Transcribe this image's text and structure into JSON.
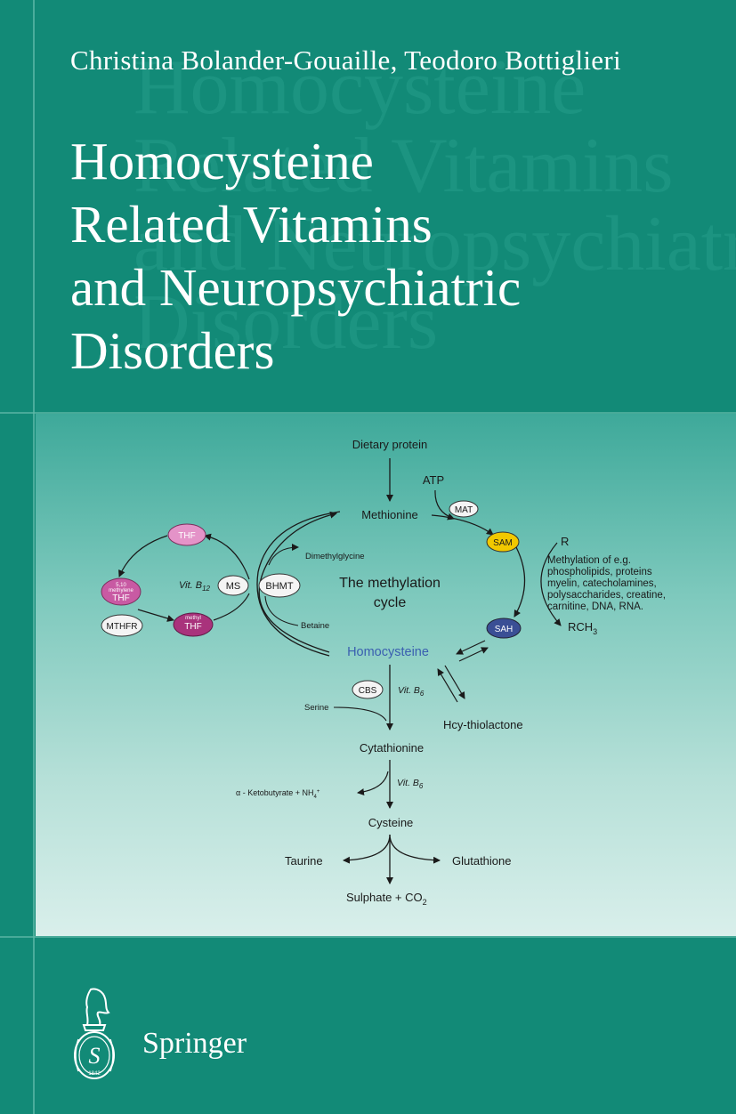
{
  "cover": {
    "authors": "Christina Bolander-Gouaille, Teodoro Bottiglieri",
    "title_lines": [
      "Homocysteine",
      "Related Vitamins",
      "and Neuropsychiatric",
      "Disorders"
    ],
    "watermark": "Homocysteine\nRelated Vitamins\nand Neuropsychiatric\nDisorders",
    "publisher": "Springer",
    "logo_text": "1842"
  },
  "diagram": {
    "dietary_protein": "Dietary protein",
    "atp": "ATP",
    "mat": "MAT",
    "methionine": "Methionine",
    "sam": "SAM",
    "r": "R",
    "methylation_note": [
      "Methylation of e.g.",
      "phospholipids, proteins",
      "myelin, catecholamines,",
      "polysaccharides, creatine,",
      "carnitine, DNA, RNA."
    ],
    "rch3_base": "RCH",
    "rch3_sub": "3",
    "sah": "SAH",
    "cycle_label_1": "The methylation",
    "cycle_label_2": "cycle",
    "homocysteine": "Homocysteine",
    "thf": "THF",
    "methylene_thf_top": "5,10",
    "methylene_thf_mid": "methylene",
    "methylene_thf": "THF",
    "methyl_thf_top": "methyl",
    "methyl_thf": "THF",
    "mthfr": "MTHFR",
    "vit_b12": "Vit. B",
    "vit_b12_sub": "12",
    "ms": "MS",
    "bhmt": "BHMT",
    "dimethylglycine": "Dimethylglycine",
    "betaine": "Betaine",
    "cbs": "CBS",
    "vit_b6_a": "Vit. B",
    "vit_b6_a_sub": "6",
    "serine": "Serine",
    "hcy_thiolactone": "Hcy-thiolactone",
    "cystathionine": "Cytathionine",
    "ketobutyrate": "α - Ketobutyrate + NH",
    "ketobutyrate_sub": "4",
    "ketobutyrate_sup": "+",
    "vit_b6_b": "Vit. B",
    "vit_b6_b_sub": "6",
    "cysteine": "Cysteine",
    "taurine": "Taurine",
    "glutathione": "Glutathione",
    "sulphate": "Sulphate + CO",
    "sulphate_sub": "2"
  },
  "colors": {
    "background": "#128a77",
    "rule": "#5fb8a8",
    "sam_fill": "#f2c800",
    "sah_fill": "#3a4f95",
    "thf_fill": "#e493c8",
    "methyl_thf_fill": "#a9337c",
    "homocysteine_text": "#3a5fb0"
  }
}
